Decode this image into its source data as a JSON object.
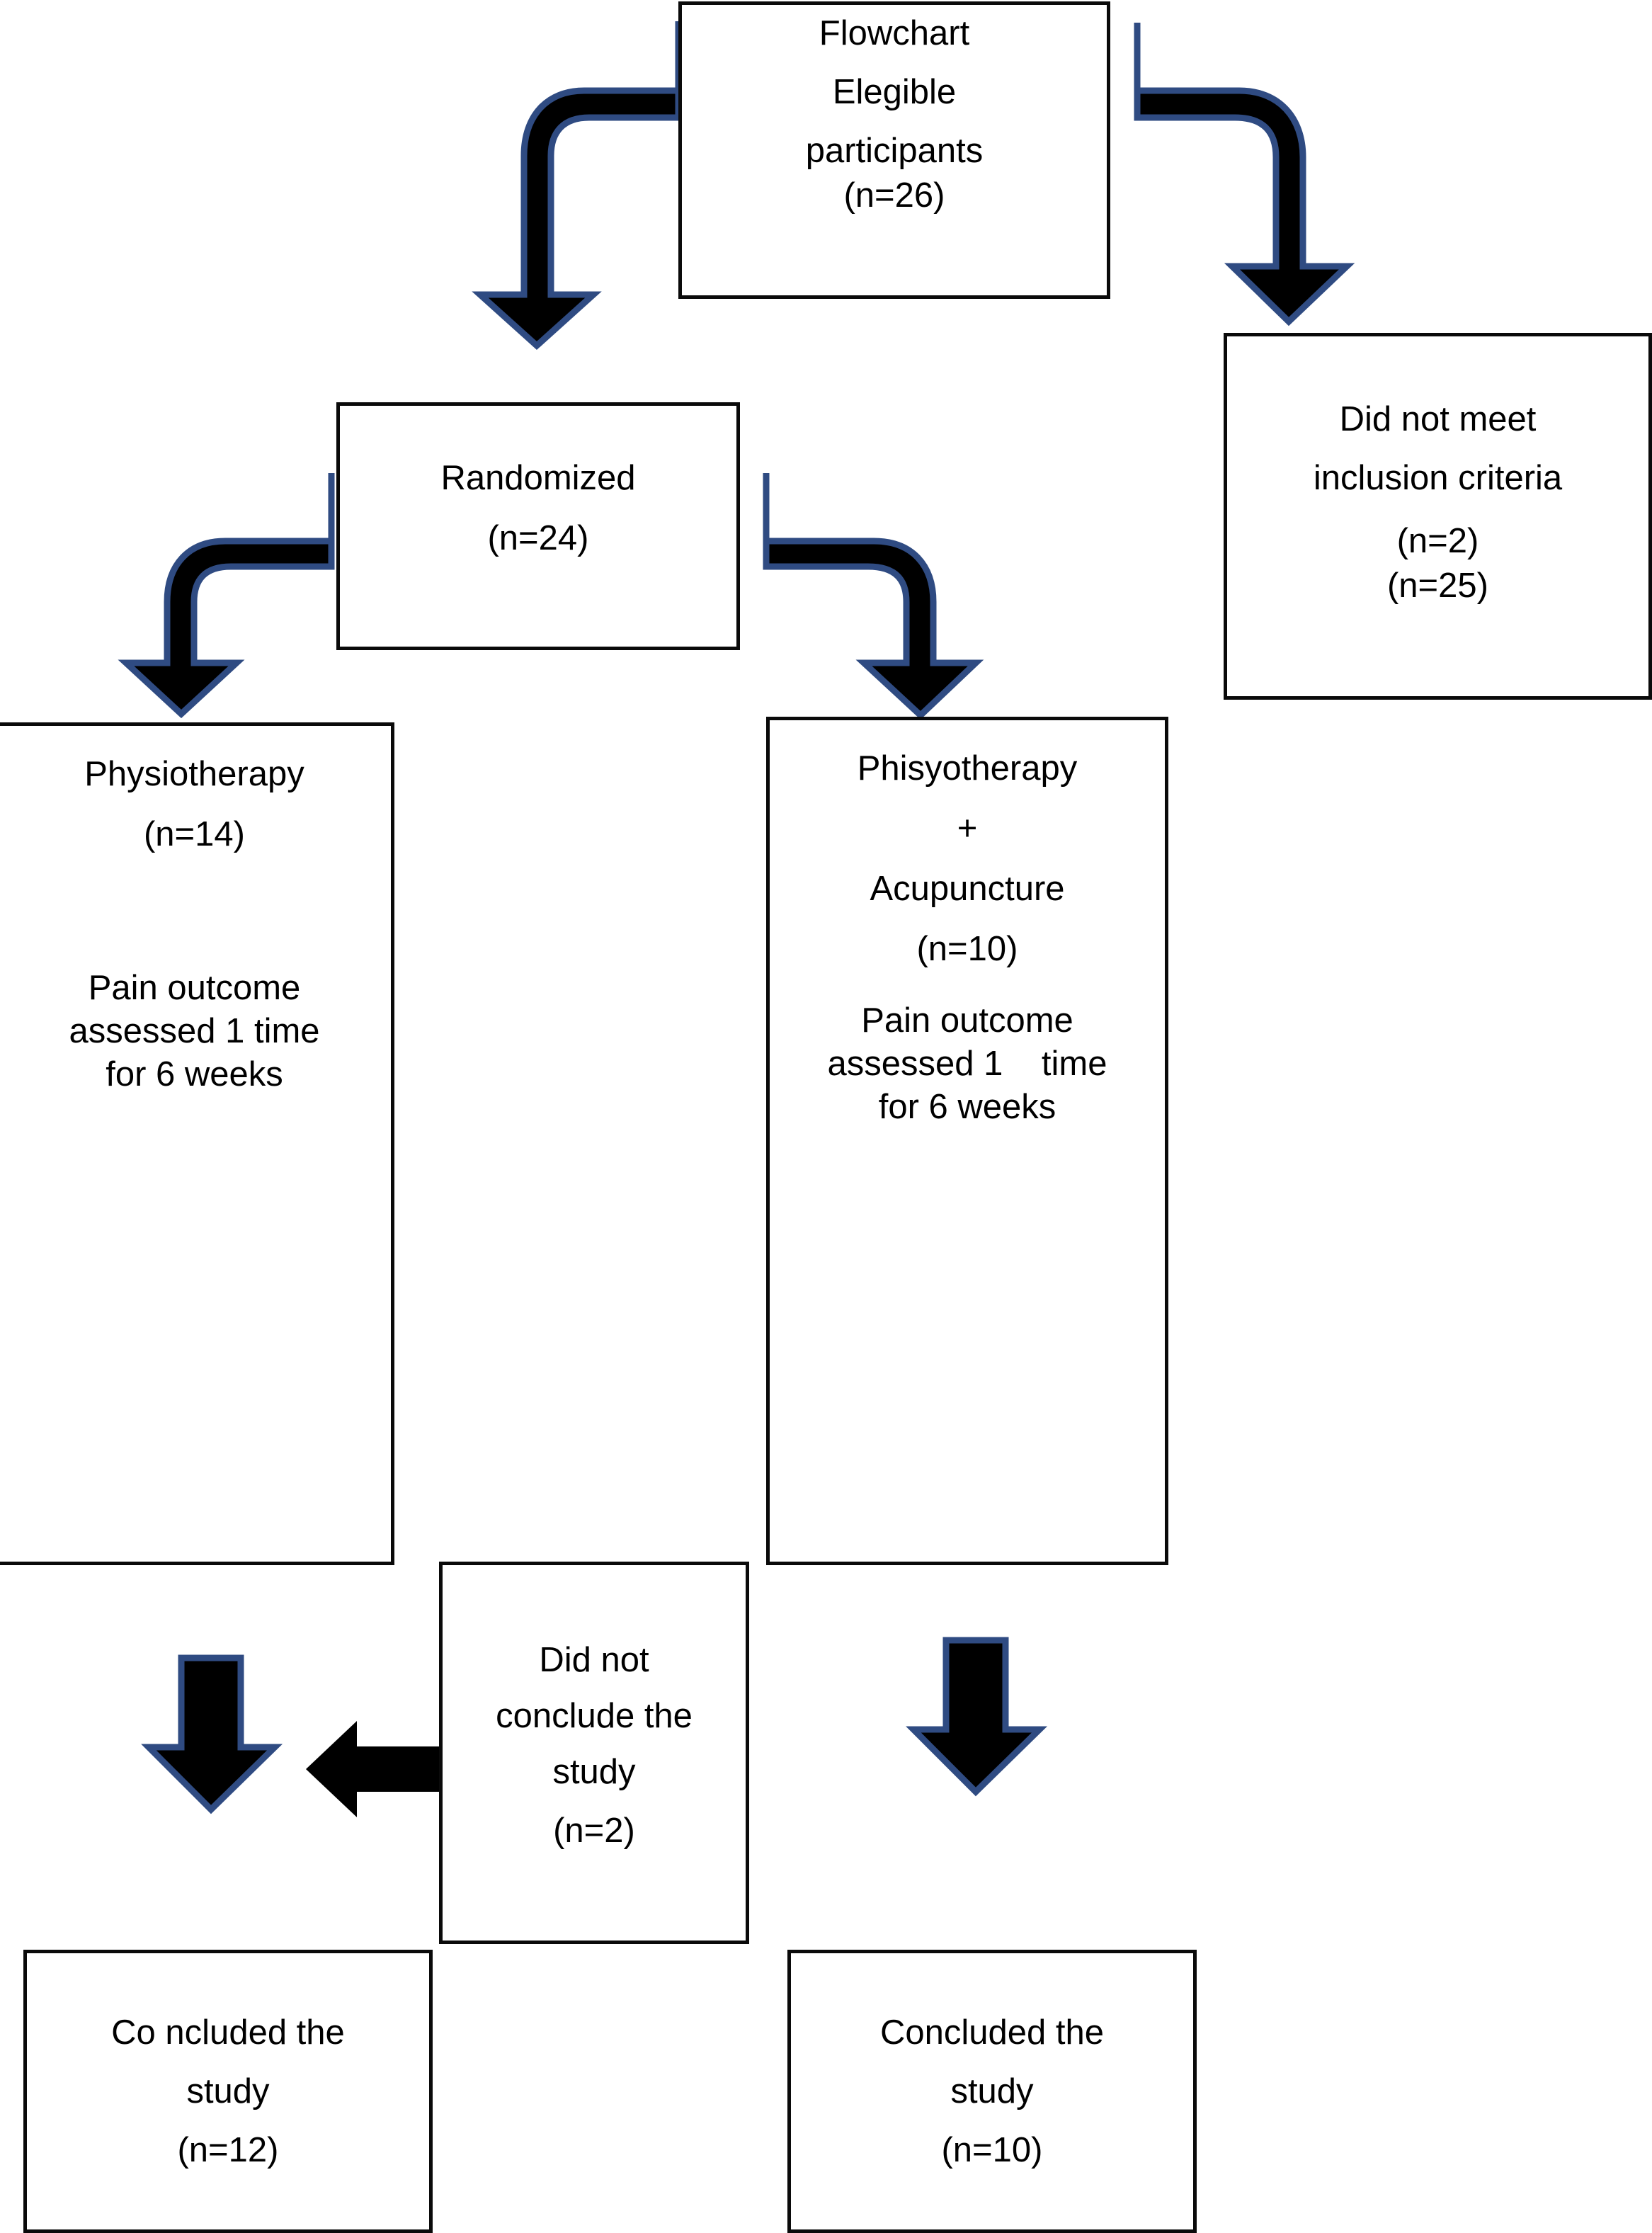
{
  "diagram": {
    "title": "CONSORT-style participant flow diagram",
    "colors": {
      "box_border": "#0a0a0a",
      "box_fill": "#ffffff",
      "arrow_fill": "#000000",
      "arrow_stroke": "#2f4b82",
      "text": "#000000",
      "background": "#ffffff"
    },
    "nodes": {
      "eligible": {
        "id": "eligible-participants-box",
        "lines": [
          "Flowchart",
          "Elegible",
          "participants",
          "(n=26)"
        ],
        "n": 26
      },
      "did_not_meet": {
        "id": "did-not-meet-inclusion-criteria-box",
        "lines": [
          "Did not meet",
          "inclusion criteria",
          "(n=2)",
          "(n=25)"
        ],
        "n": 2,
        "n_alt": 25
      },
      "randomized": {
        "id": "randomized-box",
        "lines": [
          "Randomized",
          "(n=24)"
        ],
        "n": 24
      },
      "physiotherapy": {
        "id": "physiotherapy-arm-box",
        "lines": [
          "Physiotherapy",
          "(n=14)",
          "Pain outcome",
          "assessed 1 time",
          "for 6 weeks"
        ],
        "n": 14
      },
      "physio_acupuncture": {
        "id": "physiotherapy-acupuncture-arm-box",
        "lines": [
          "Phisyotherapy",
          "+",
          "Acupuncture",
          "(n=10)",
          "Pain outcome",
          "assessed 1    time",
          "for 6 weeks"
        ],
        "n": 10
      },
      "did_not_conclude": {
        "id": "did-not-conclude-study-box",
        "lines": [
          "Did not",
          "conclude the",
          "study",
          "(n=2)"
        ],
        "n": 2
      },
      "concluded_left": {
        "id": "concluded-study-left-box",
        "lines": [
          "Co ncluded the",
          "study",
          "(n=12)"
        ],
        "n": 12
      },
      "concluded_right": {
        "id": "concluded-study-right-box",
        "lines": [
          "Concluded the",
          "study",
          "(n=10)"
        ],
        "n": 10
      }
    },
    "arrows": [
      {
        "id": "arrow-eligible-to-randomized",
        "shape": "elbow-left-down",
        "from": "eligible",
        "to": "randomized"
      },
      {
        "id": "arrow-eligible-to-did-not-meet",
        "shape": "elbow-right-down",
        "from": "eligible",
        "to": "did_not_meet"
      },
      {
        "id": "arrow-randomized-to-physiotherapy",
        "shape": "elbow-left-down",
        "from": "randomized",
        "to": "physiotherapy"
      },
      {
        "id": "arrow-randomized-to-physio-acupuncture",
        "shape": "elbow-right-down",
        "from": "randomized",
        "to": "physio_acupuncture"
      },
      {
        "id": "arrow-physiotherapy-to-concluded-left",
        "shape": "straight-down",
        "from": "physiotherapy",
        "to": "concluded_left"
      },
      {
        "id": "arrow-physio-acupuncture-to-concluded-right",
        "shape": "straight-down",
        "from": "physio_acupuncture",
        "to": "concluded_right"
      },
      {
        "id": "arrow-did-not-conclude-to-left",
        "shape": "straight-left",
        "from": "did_not_conclude",
        "to": "concluded_left"
      }
    ]
  }
}
